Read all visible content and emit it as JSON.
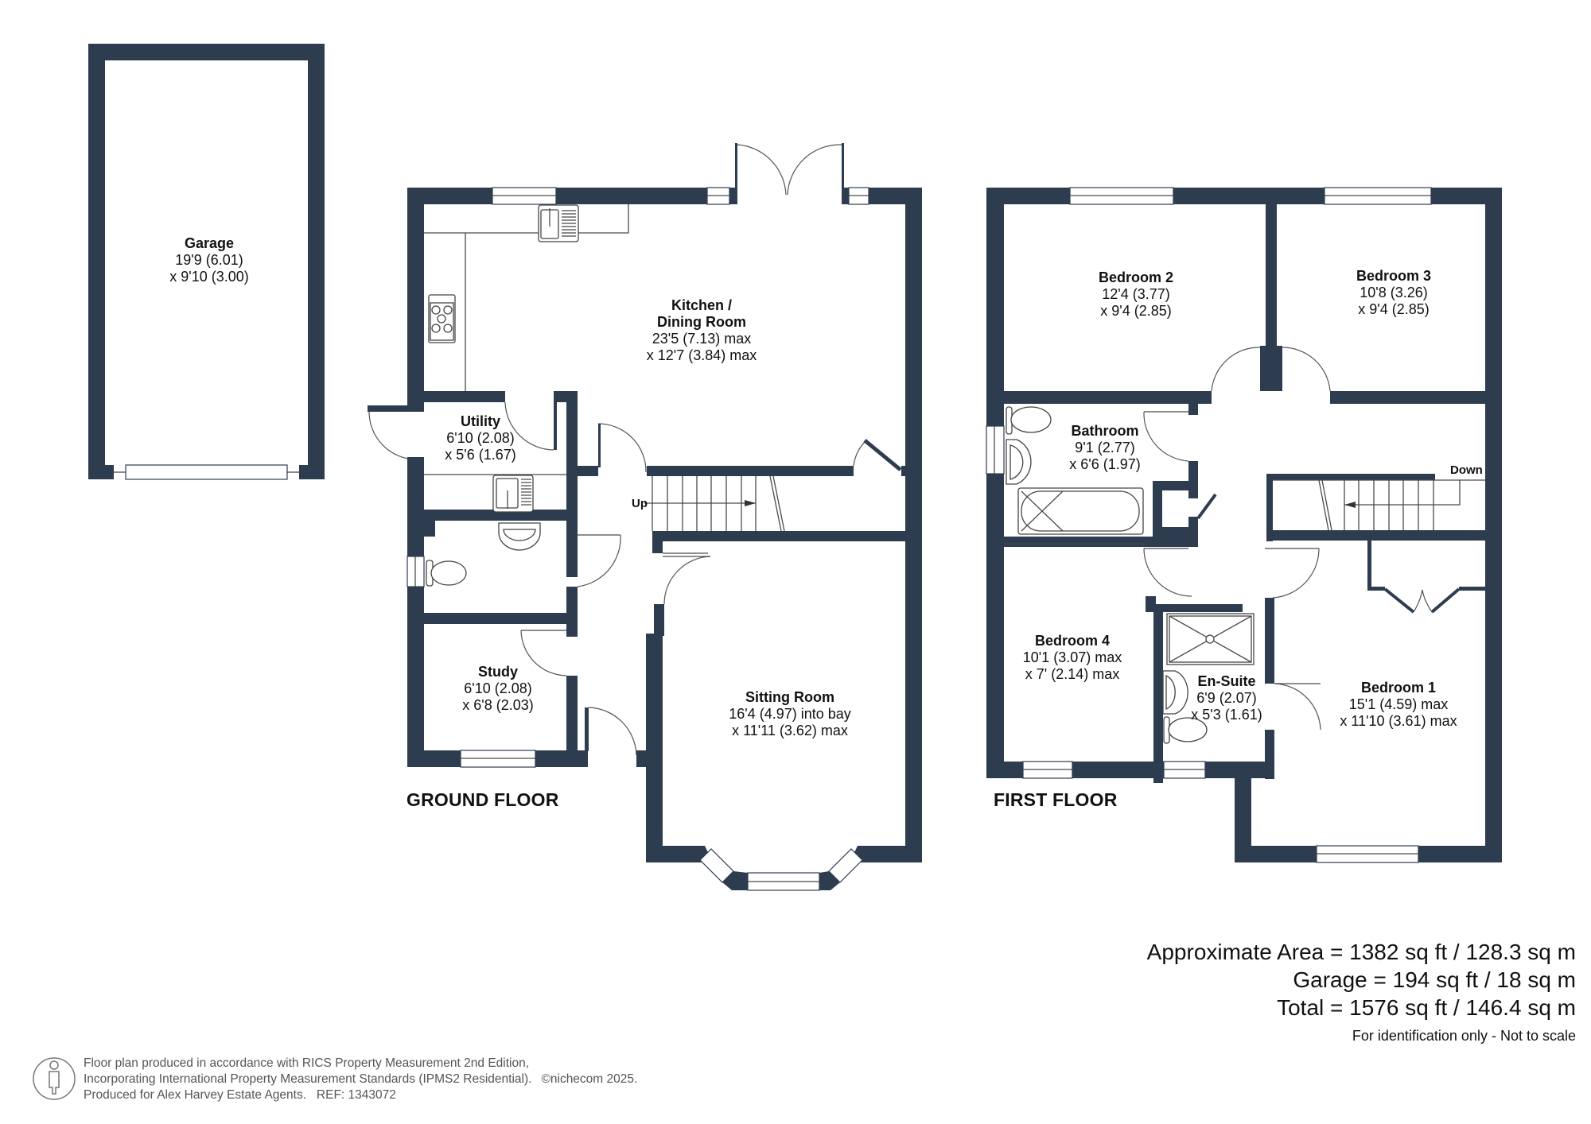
{
  "colors": {
    "wall": "#2e3c50",
    "background": "#ffffff",
    "text": "#111111",
    "footer_text": "#555555"
  },
  "floors": {
    "ground": {
      "label": "GROUND FLOOR"
    },
    "first": {
      "label": "FIRST FLOOR"
    }
  },
  "rooms": {
    "garage": {
      "name": "Garage",
      "dim1": "19'9 (6.01)",
      "dim2": "x 9'10 (3.00)"
    },
    "kitchen": {
      "name1": "Kitchen /",
      "name2": "Dining Room",
      "dim1": "23'5 (7.13) max",
      "dim2": "x 12'7 (3.84) max"
    },
    "utility": {
      "name": "Utility",
      "dim1": "6'10 (2.08)",
      "dim2": "x 5'6 (1.67)"
    },
    "study": {
      "name": "Study",
      "dim1": "6'10 (2.08)",
      "dim2": "x 6'8 (2.03)"
    },
    "sitting": {
      "name": "Sitting Room",
      "dim1": "16'4 (4.97) into bay",
      "dim2": "x 11'11 (3.62) max"
    },
    "bedroom2": {
      "name": "Bedroom 2",
      "dim1": "12'4 (3.77)",
      "dim2": "x 9'4 (2.85)"
    },
    "bedroom3": {
      "name": "Bedroom 3",
      "dim1": "10'8 (3.26)",
      "dim2": "x 9'4 (2.85)"
    },
    "bathroom": {
      "name": "Bathroom",
      "dim1": "9'1 (2.77)",
      "dim2": "x 6'6 (1.97)"
    },
    "bedroom4": {
      "name": "Bedroom 4",
      "dim1": "10'1 (3.07) max",
      "dim2": "x 7' (2.14) max"
    },
    "ensuite": {
      "name": "En-Suite",
      "dim1": "6'9 (2.07)",
      "dim2": "x 5'3 (1.61)"
    },
    "bedroom1": {
      "name": "Bedroom 1",
      "dim1": "15'1 (4.59) max",
      "dim2": "x 11'10 (3.61) max"
    }
  },
  "stairs": {
    "up_label": "Up",
    "down_label": "Down"
  },
  "areas": {
    "approximate": "Approximate Area = 1382 sq ft / 128.3 sq m",
    "garage": "Garage = 194 sq ft / 18 sq m",
    "total": "Total = 1576 sq ft / 146.4 sq m",
    "note": "For identification only - Not to scale"
  },
  "footer": {
    "line1": "Floor plan produced in accordance with RICS Property Measurement 2nd Edition,",
    "line2": "Incorporating International Property Measurement Standards (IPMS2 Residential).",
    "copyright": "©nichecom 2025.",
    "line3": "Produced for Alex Harvey Estate Agents.   REF: 1343072",
    "icon": "person-info-icon"
  }
}
